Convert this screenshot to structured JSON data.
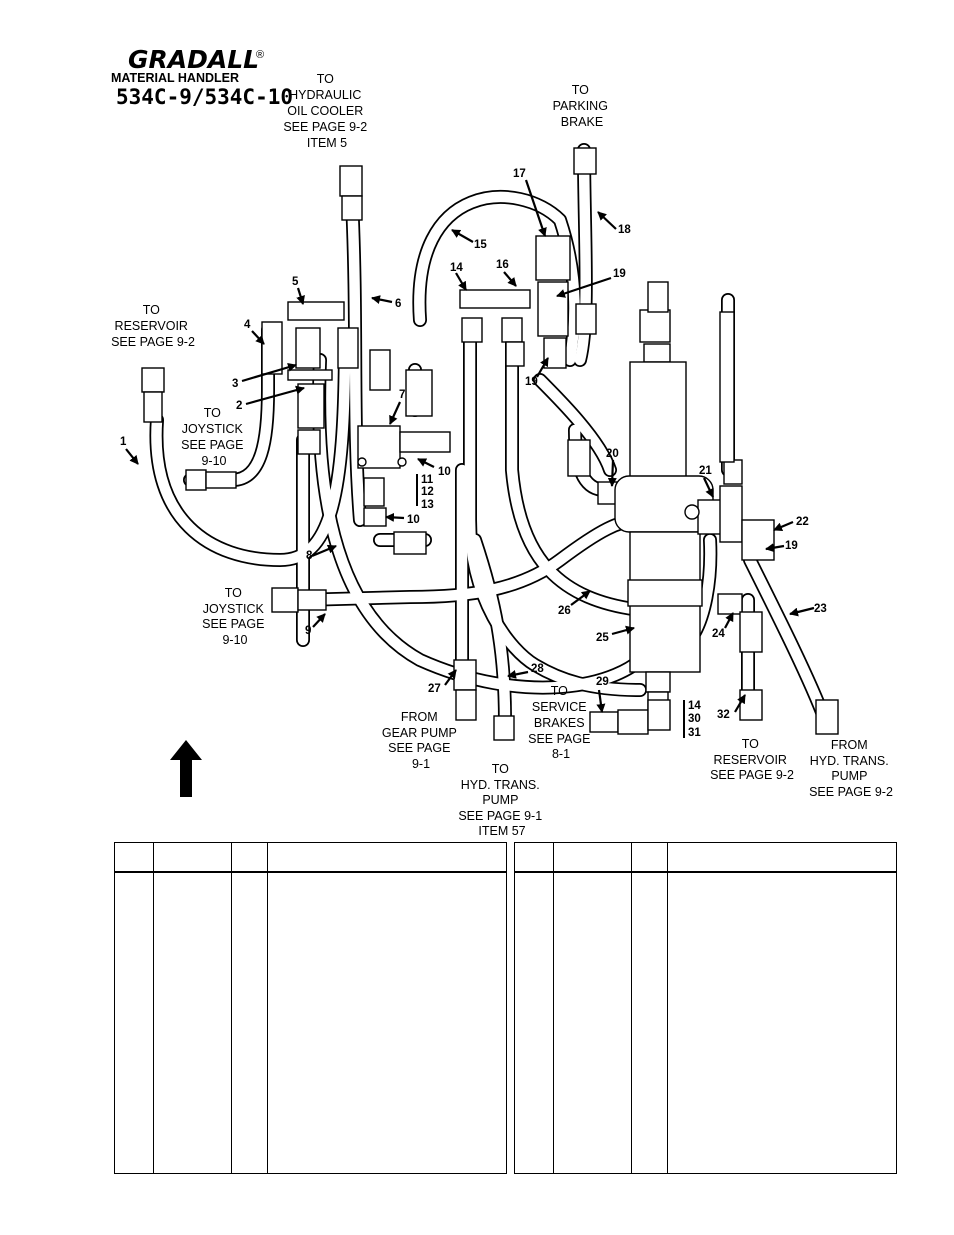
{
  "logo": {
    "brand": "GRADALL",
    "registered": "®",
    "subtitle": "MATERIAL HANDLER",
    "model": "534C-9/534C-10"
  },
  "callouts": {
    "to_hydraulic_oil_cooler": [
      "TO",
      "HYDRAULIC",
      "OIL COOLER",
      "SEE PAGE 9-2",
      "ITEM 5"
    ],
    "to_parking_brake": [
      "TO",
      "PARKING",
      "BRAKE"
    ],
    "to_reservoir_left": [
      "TO",
      "RESERVOIR",
      "SEE PAGE 9-2"
    ],
    "to_joystick_upper": [
      "TO",
      "JOYSTICK",
      "SEE PAGE",
      "9-10"
    ],
    "to_joystick_lower": [
      "TO",
      "JOYSTICK",
      "SEE PAGE",
      "9-10"
    ],
    "from_gear_pump": [
      "FROM",
      "GEAR  PUMP",
      "SEE PAGE",
      "9-1"
    ],
    "to_hyd_trans_pump": [
      "TO",
      "HYD. TRANS.",
      "PUMP",
      "SEE PAGE 9-1",
      "ITEM 57"
    ],
    "to_service_brakes": [
      "TO",
      "SERVICE",
      "BRAKES",
      "SEE PAGE",
      "8-1"
    ],
    "to_reservoir_right": [
      "TO",
      "RESERVOIR",
      "SEE PAGE 9-2"
    ],
    "from_hyd_trans_pump": [
      "FROM",
      "HYD. TRANS.",
      "PUMP",
      "SEE PAGE 9-2"
    ]
  },
  "item_numbers": {
    "n1": "1",
    "n2": "2",
    "n3": "3",
    "n4": "4",
    "n5": "5",
    "n6": "6",
    "n7": "7",
    "n8": "8",
    "n9": "9",
    "n10a": "10",
    "n10b": "10",
    "n11": "11",
    "n12": "12",
    "n13": "13",
    "n14a": "14",
    "n15": "15",
    "n16": "16",
    "n17": "17",
    "n18": "18",
    "n19a": "19",
    "n19b": "19",
    "n19c": "19",
    "n20": "20",
    "n21": "21",
    "n22": "22",
    "n23": "23",
    "n24": "24",
    "n25": "25",
    "n26": "26",
    "n27": "27",
    "n28": "28",
    "n29": "29",
    "n14b": "14",
    "n30": "30",
    "n31": "31",
    "n32": "32"
  },
  "parts_tables": [
    {
      "rows": []
    },
    {
      "rows": []
    }
  ]
}
